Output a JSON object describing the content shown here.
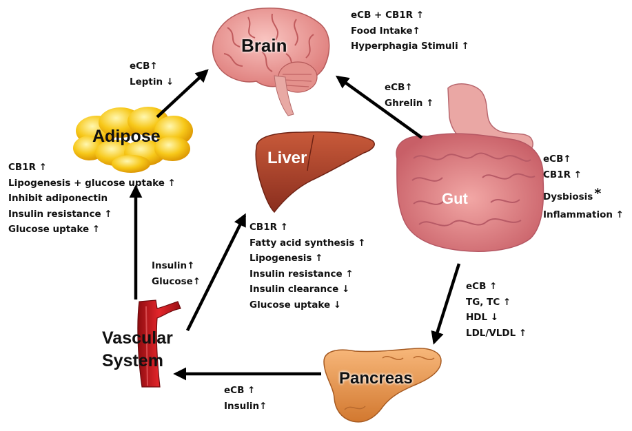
{
  "organs": {
    "brain": "Brain",
    "adipose": "Adipose",
    "liver": "Liver",
    "gut": "Gut",
    "vascular_line1": "Vascular",
    "vascular_line2": "System",
    "pancreas": "Pancreas"
  },
  "annotations": {
    "brain_effects": [
      "eCB + CB1R ↑",
      "Food Intake↑",
      "Hyperphagia Stimuli ↑"
    ],
    "adipose_to_brain": [
      "eCB↑",
      "Leptin ↓"
    ],
    "gut_to_brain": [
      "eCB↑",
      "Ghrelin ↑"
    ],
    "adipose_effects": [
      "CB1R ↑",
      "Lipogenesis + glucose uptake ↑",
      "Inhibit adiponectin",
      "Insulin resistance ↑",
      "Glucose uptake ↑"
    ],
    "gut_effects": [
      "eCB↑",
      "CB1R ↑",
      "Dysbiosis",
      "Inflammation ↑"
    ],
    "gut_effects_footnote_marker": "*",
    "liver_effects": [
      "CB1R ↑",
      "Fatty acid synthesis ↑",
      "Lipogenesis ↑",
      "Insulin resistance ↑",
      "Insulin clearance ↓",
      "Glucose uptake ↓"
    ],
    "vascular_to_liver": [
      "Insulin↑",
      "Glucose↑"
    ],
    "gut_to_pancreas": [
      "eCB ↑",
      "TG, TC ↑",
      "HDL ↓",
      "LDL/VLDL ↑"
    ],
    "pancreas_to_vascular": [
      "eCB ↑",
      "Insulin↑"
    ]
  },
  "colors": {
    "brain": "#f0a4a4",
    "adipose": "#f6c417",
    "liver": "#a9402a",
    "gut": "#e0858a",
    "vessel": "#c0171c",
    "pancreas": "#e99450",
    "arrow": "#000000"
  }
}
